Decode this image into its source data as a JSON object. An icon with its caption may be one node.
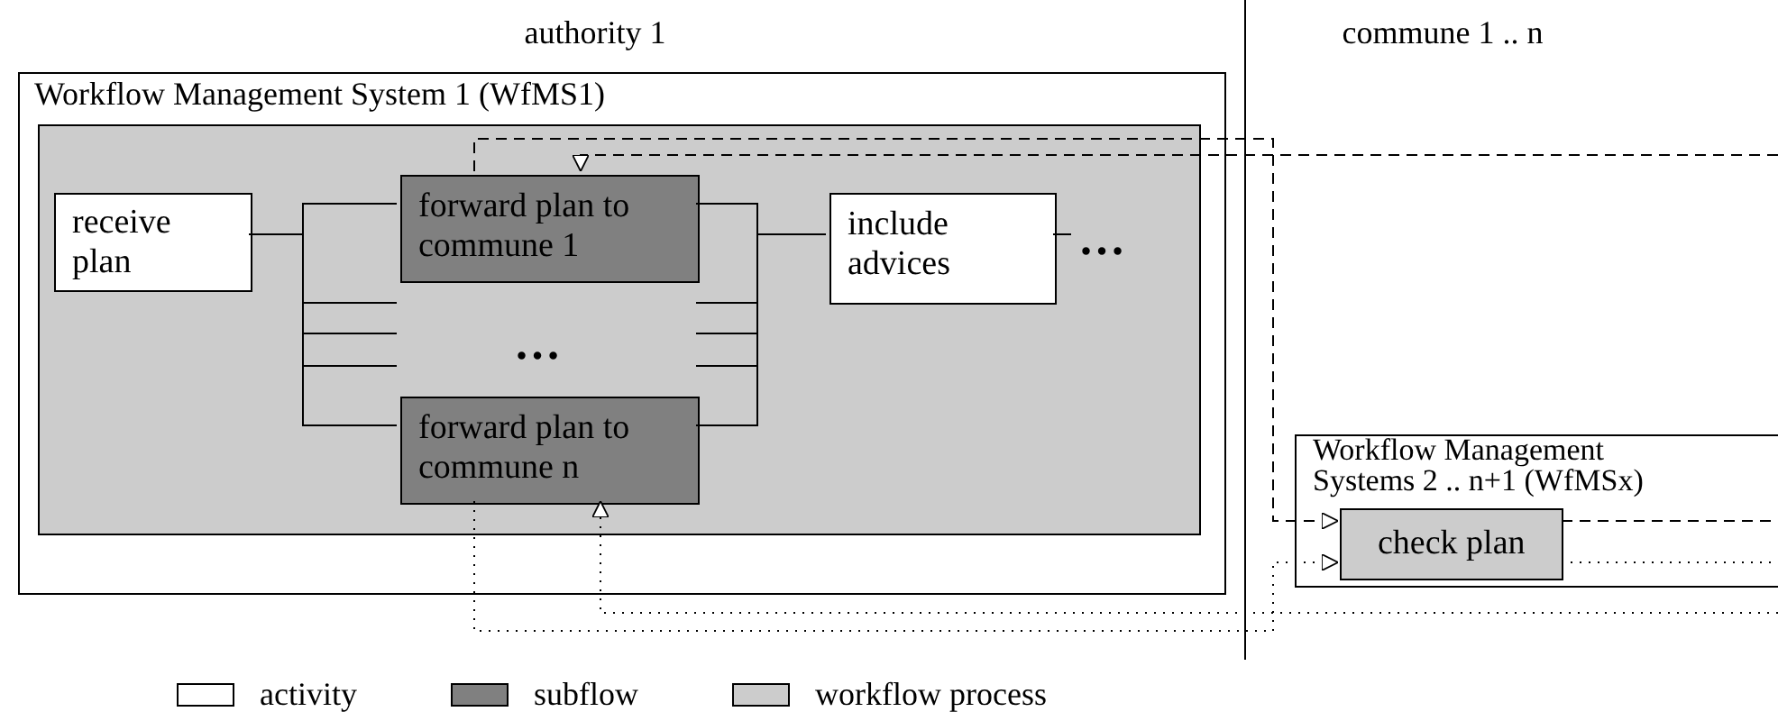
{
  "diagram": {
    "nodes": [
      {
        "text": [
          "Workflow Management System 1 (WfMS1)"
        ]
      },
      {
        "text": [],
        "shape": "box",
        "in": 0
      },
      {
        "text": [
          "receive plan"
        ],
        "in": 1
      },
      {
        "text": [
          "forward plan to commune 1"
        ],
        "in": 1
      },
      {
        "text": [
          "forward plan to commune n"
        ],
        "in": 1
      },
      {
        "text": [
          "include advices"
        ],
        "in": 1
      },
      {
        "text": [
          "Workflow Management Systems 2 .. n+1 (WfMSx)"
        ]
      },
      {
        "text": [
          "check plan"
        ],
        "in": 6
      }
    ],
    "edges": [
      {
        "from": 2,
        "to": 3,
        "arrow": "none"
      },
      {
        "from": 2,
        "to": 4,
        "arrow": "none"
      },
      {
        "from": 3,
        "to": 5,
        "arrow": "none"
      },
      {
        "from": 4,
        "to": 5,
        "arrow": "none"
      },
      {
        "from": 5,
        "to": null,
        "arrow": "none"
      },
      {
        "from": 3,
        "to": 7,
        "arrow": "to",
        "style": "dashed"
      },
      {
        "from": null,
        "to": 3,
        "arrow": "to",
        "style": "dashed"
      },
      {
        "from": 7,
        "to": null,
        "arrow": "none",
        "style": "dashed"
      },
      {
        "from": 4,
        "to": 7,
        "arrow": "to",
        "style": "dashed"
      },
      {
        "from": null,
        "to": 4,
        "arrow": "to",
        "style": "dashed"
      },
      {
        "from": 7,
        "to": null,
        "arrow": "none",
        "style": "dashed"
      }
    ],
    "labels": [
      "authority 1",
      "commune 1 .. n",
      "…",
      "…"
    ],
    "legend": [
      {
        "text": "activity",
        "color": "#ffffff"
      },
      {
        "text": "subflow",
        "color": "#808080"
      },
      {
        "text": "workflow process",
        "color": "#cccccc"
      }
    ]
  }
}
